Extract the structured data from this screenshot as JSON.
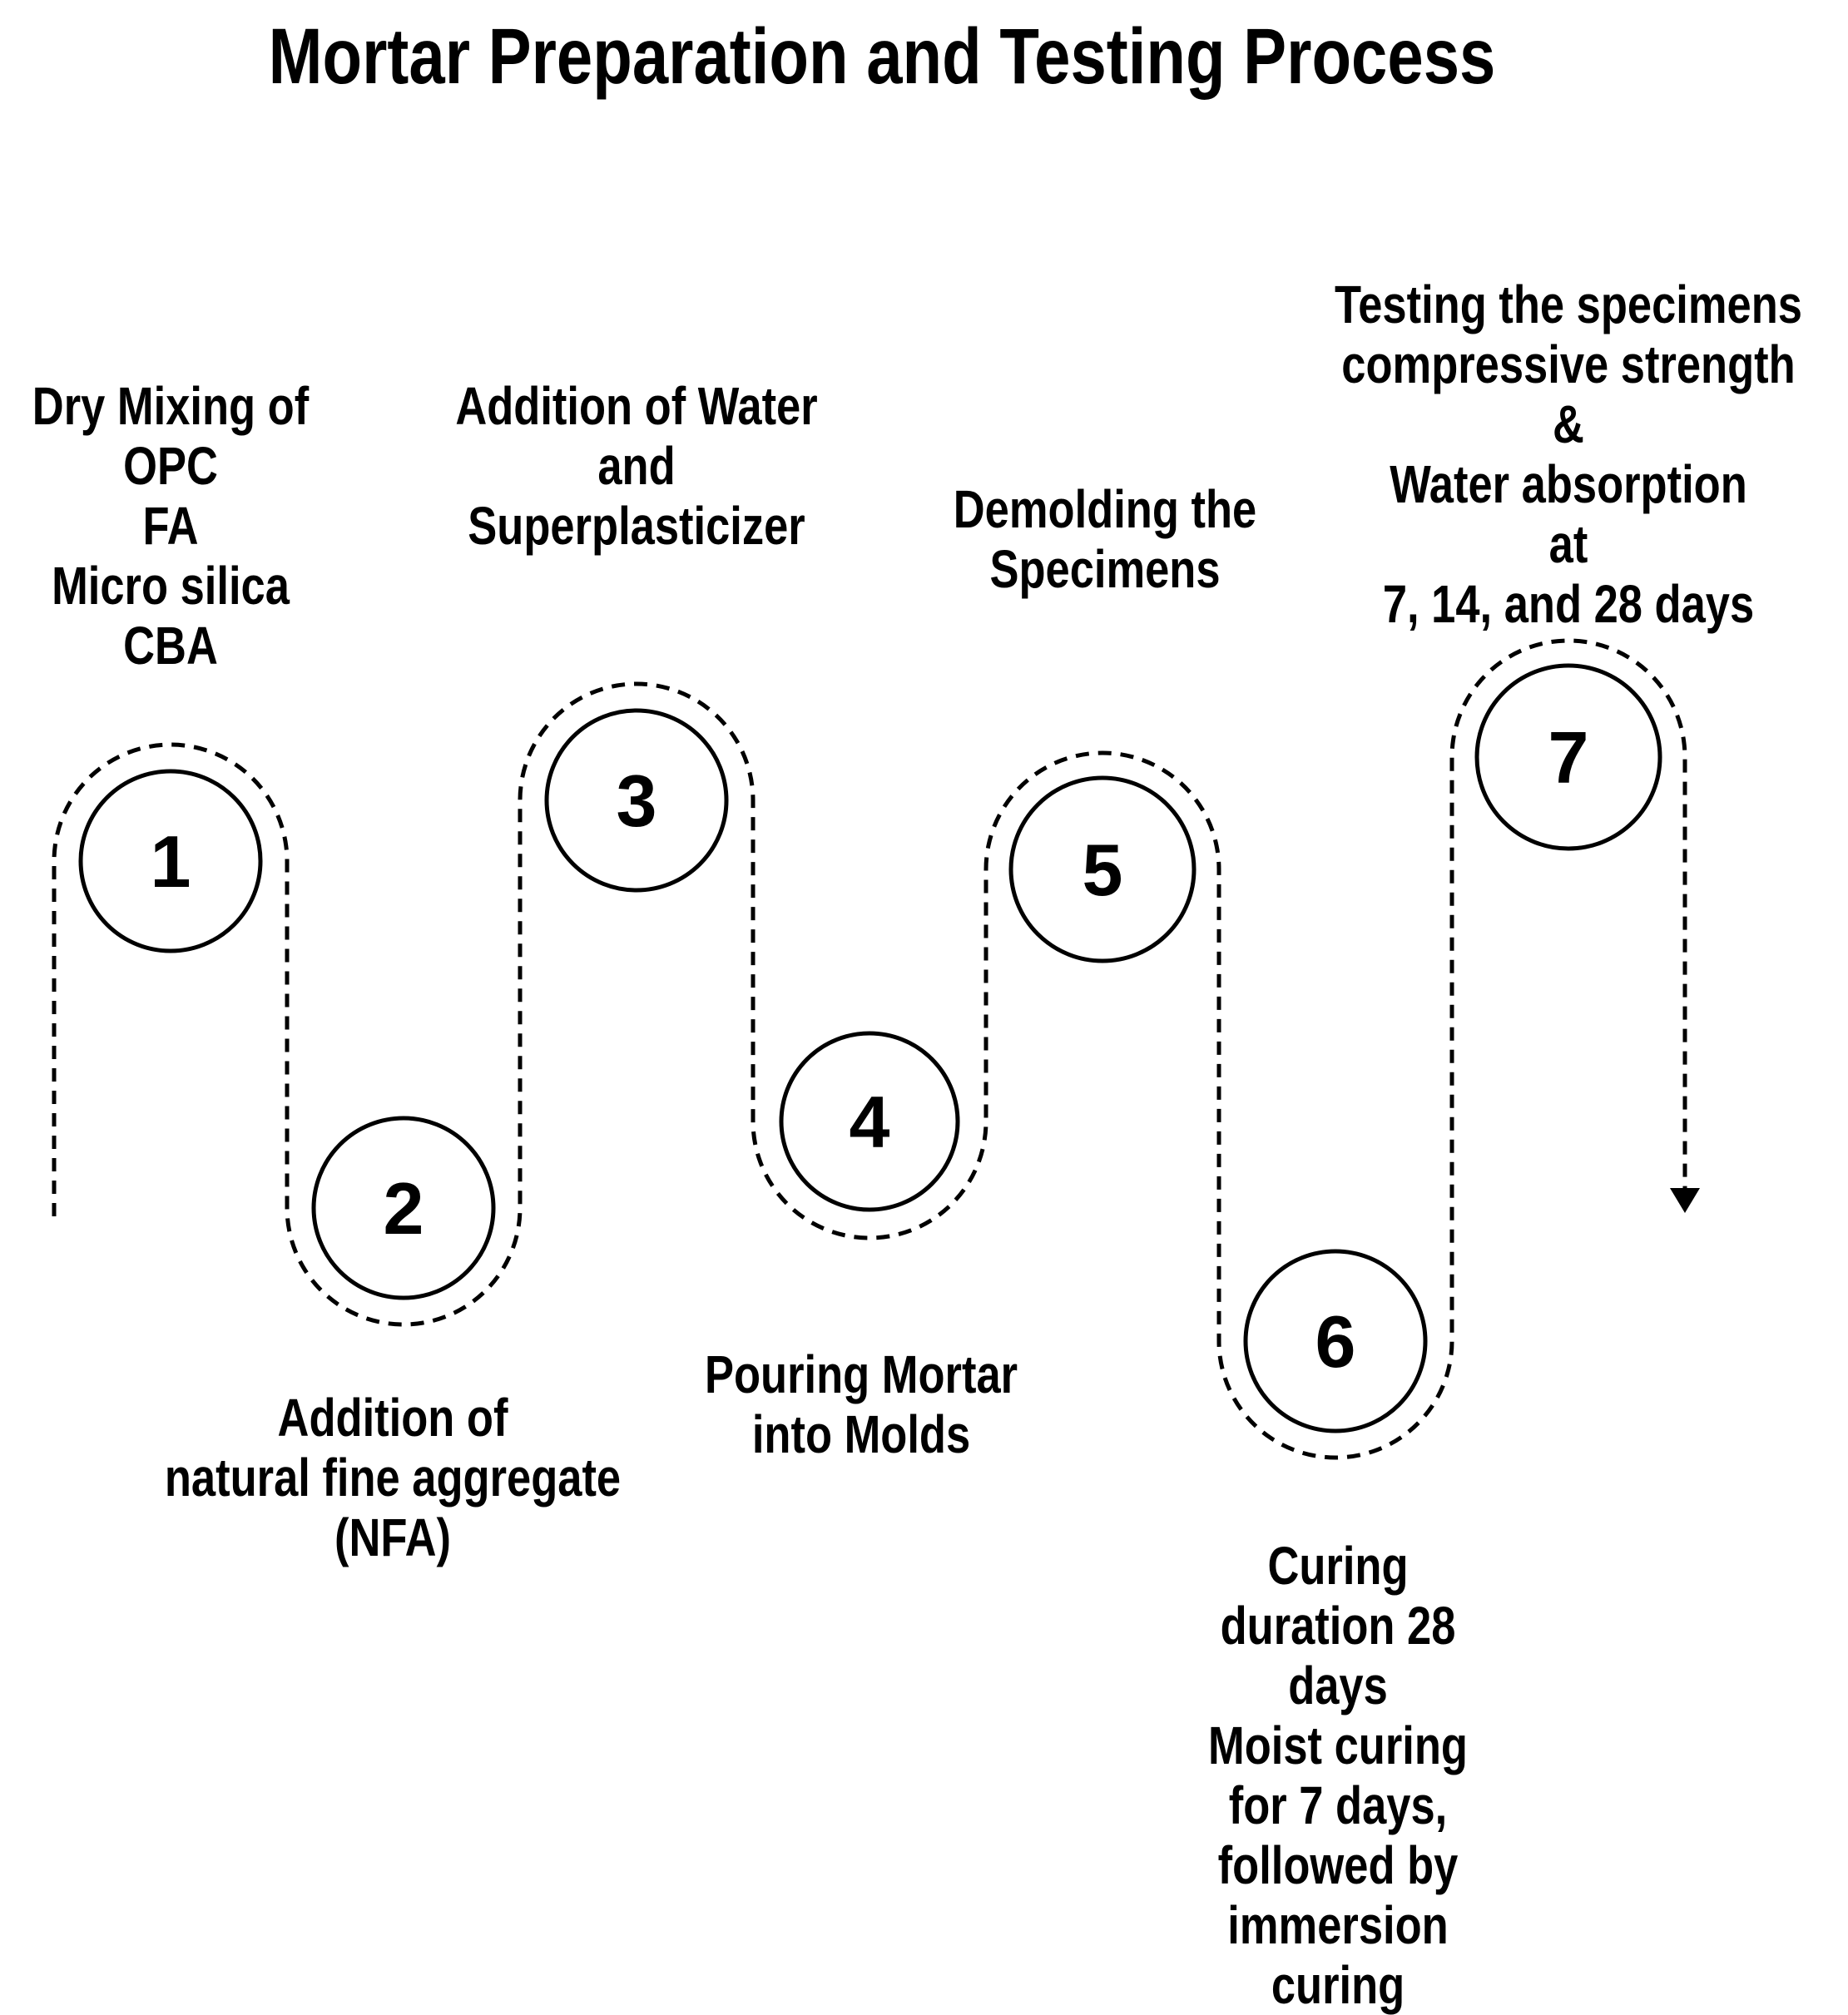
{
  "title": "Mortar Preparation and Testing Process",
  "colors": {
    "ink": "#000000",
    "background": "#ffffff"
  },
  "icons": {
    "flow_end": "arrow-down-icon"
  },
  "steps": [
    {
      "number": "1",
      "label_lines": [
        "Dry Mixing of",
        "OPC",
        "FA",
        "Micro silica",
        "CBA"
      ]
    },
    {
      "number": "2",
      "label_lines": [
        "Addition of",
        "natural fine aggregate",
        "(NFA)"
      ]
    },
    {
      "number": "3",
      "label_lines": [
        "Addition of Water",
        "and",
        "Superplasticizer"
      ]
    },
    {
      "number": "4",
      "label_lines": [
        "Pouring Mortar",
        "into Molds"
      ]
    },
    {
      "number": "5",
      "label_lines": [
        "Demolding the",
        "Specimens"
      ]
    },
    {
      "number": "6",
      "label_lines": [
        "Curing",
        "duration 28",
        "days",
        "Moist curing",
        "for 7 days,",
        "followed by",
        "immersion",
        "curing"
      ]
    },
    {
      "number": "7",
      "label_lines": [
        "Testing the specimens",
        "compressive strength",
        "&",
        "Water absorption",
        "at",
        "7, 14, and 28 days"
      ]
    }
  ]
}
